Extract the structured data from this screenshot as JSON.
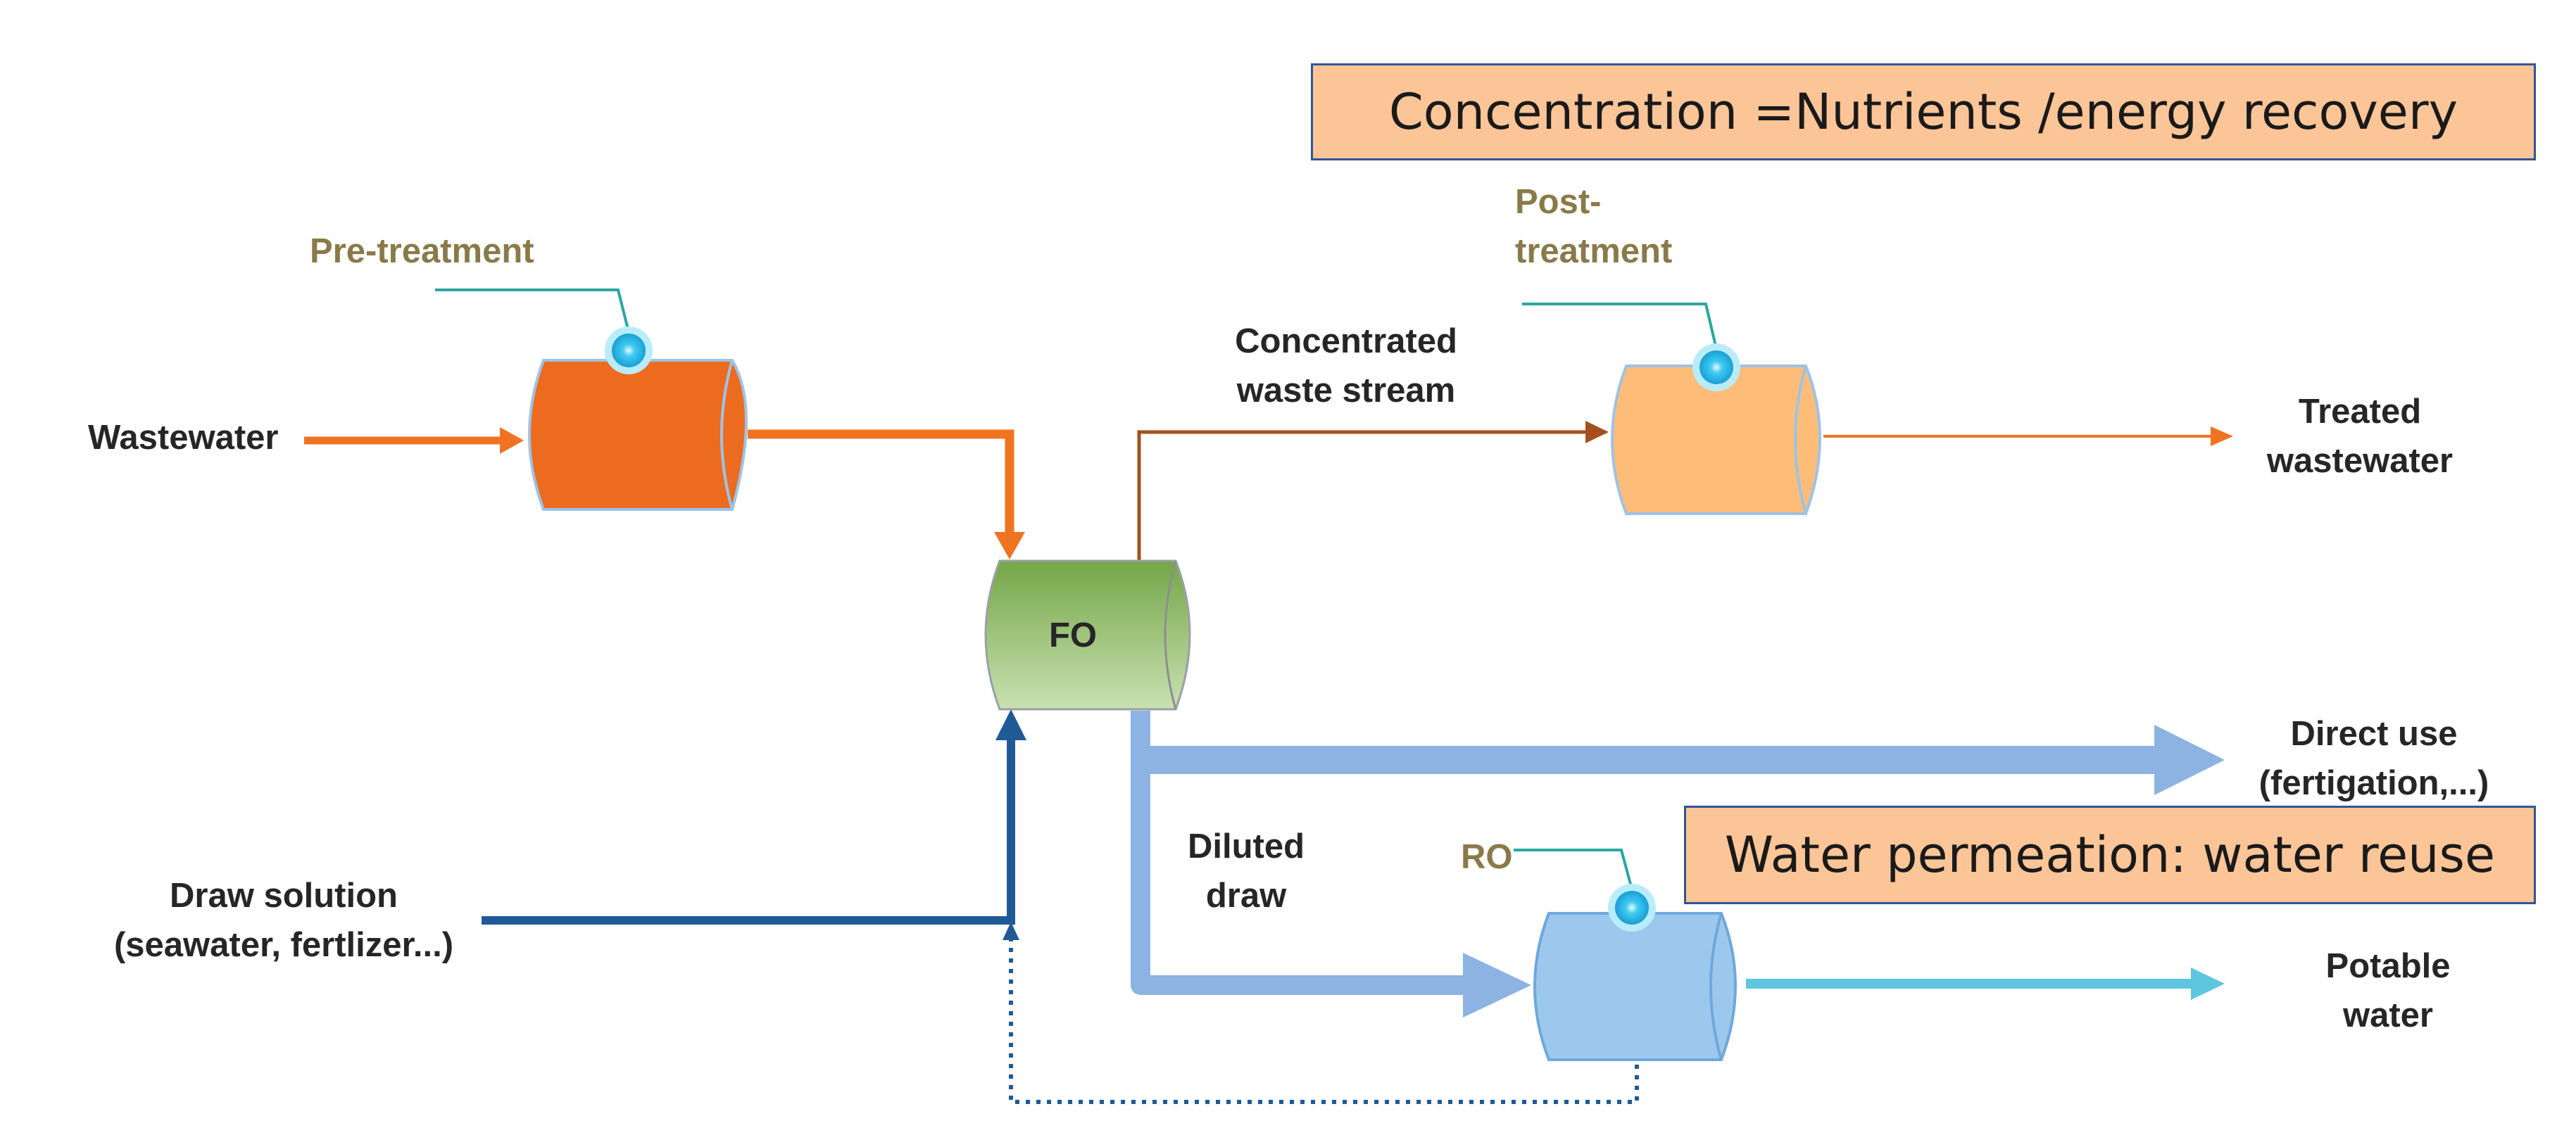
{
  "banners": {
    "concentration": "Concentration =Nutrients /energy recovery",
    "permeation": "Water permeation: water reuse"
  },
  "units": {
    "pretreatment": {
      "label": "Pre-treatment",
      "color": "#ec6b1f"
    },
    "fo": {
      "label": "FO",
      "color": "#8dbb5c"
    },
    "posttreatment": {
      "label_line1": "Post-",
      "label_line2": "treatment",
      "color": "#fdbd78"
    },
    "ro": {
      "label": "RO",
      "color": "#9dc8ee"
    }
  },
  "streams": {
    "wastewater": "Wastewater",
    "concentrated_line1": "Concentrated",
    "concentrated_line2": "waste stream",
    "treated_line1": "Treated",
    "treated_line2": "wastewater",
    "direct_line1": "Direct use",
    "direct_line2": "(fertigation,...)",
    "diluted_line1": "Diluted",
    "diluted_line2": "draw",
    "draw_line1": "Draw solution",
    "draw_line2": "(seawater, fertlizer...)",
    "potable_line1": "Potable",
    "potable_line2": "water"
  },
  "colors": {
    "wastewater_flow": "#f07322",
    "concentrate_flow": "#a5501b",
    "dilute_flow": "#8db3e2",
    "draw_flow": "#1f5a96",
    "potable_flow": "#5fc6e0",
    "sensor": "#29b6e8",
    "banner_fill": "#fcc597",
    "banner_border": "#2f5597"
  }
}
